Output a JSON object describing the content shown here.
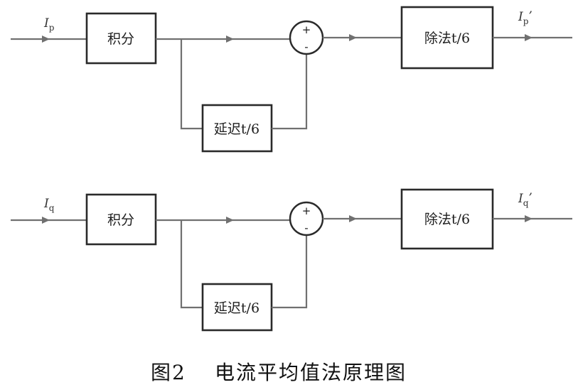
{
  "diagram": {
    "top": {
      "input_symbol": "I",
      "input_subscript": "p",
      "integrator_label": "积分",
      "delay_label": "延迟t/6",
      "plus_sign": "+",
      "minus_sign": "-",
      "divider_label": "除法t/6",
      "output_symbol": "I",
      "output_subscript": "p",
      "output_prime": "’"
    },
    "bottom": {
      "input_symbol": "I",
      "input_subscript": "q",
      "integrator_label": "积分",
      "delay_label": "延迟t/6",
      "plus_sign": "+",
      "minus_sign": "-",
      "divider_label": "除法t/6",
      "output_symbol": "I",
      "output_subscript": "q",
      "output_prime": "’"
    }
  },
  "caption": {
    "figure_number": "图2",
    "title": "电流平均值法原理图"
  }
}
